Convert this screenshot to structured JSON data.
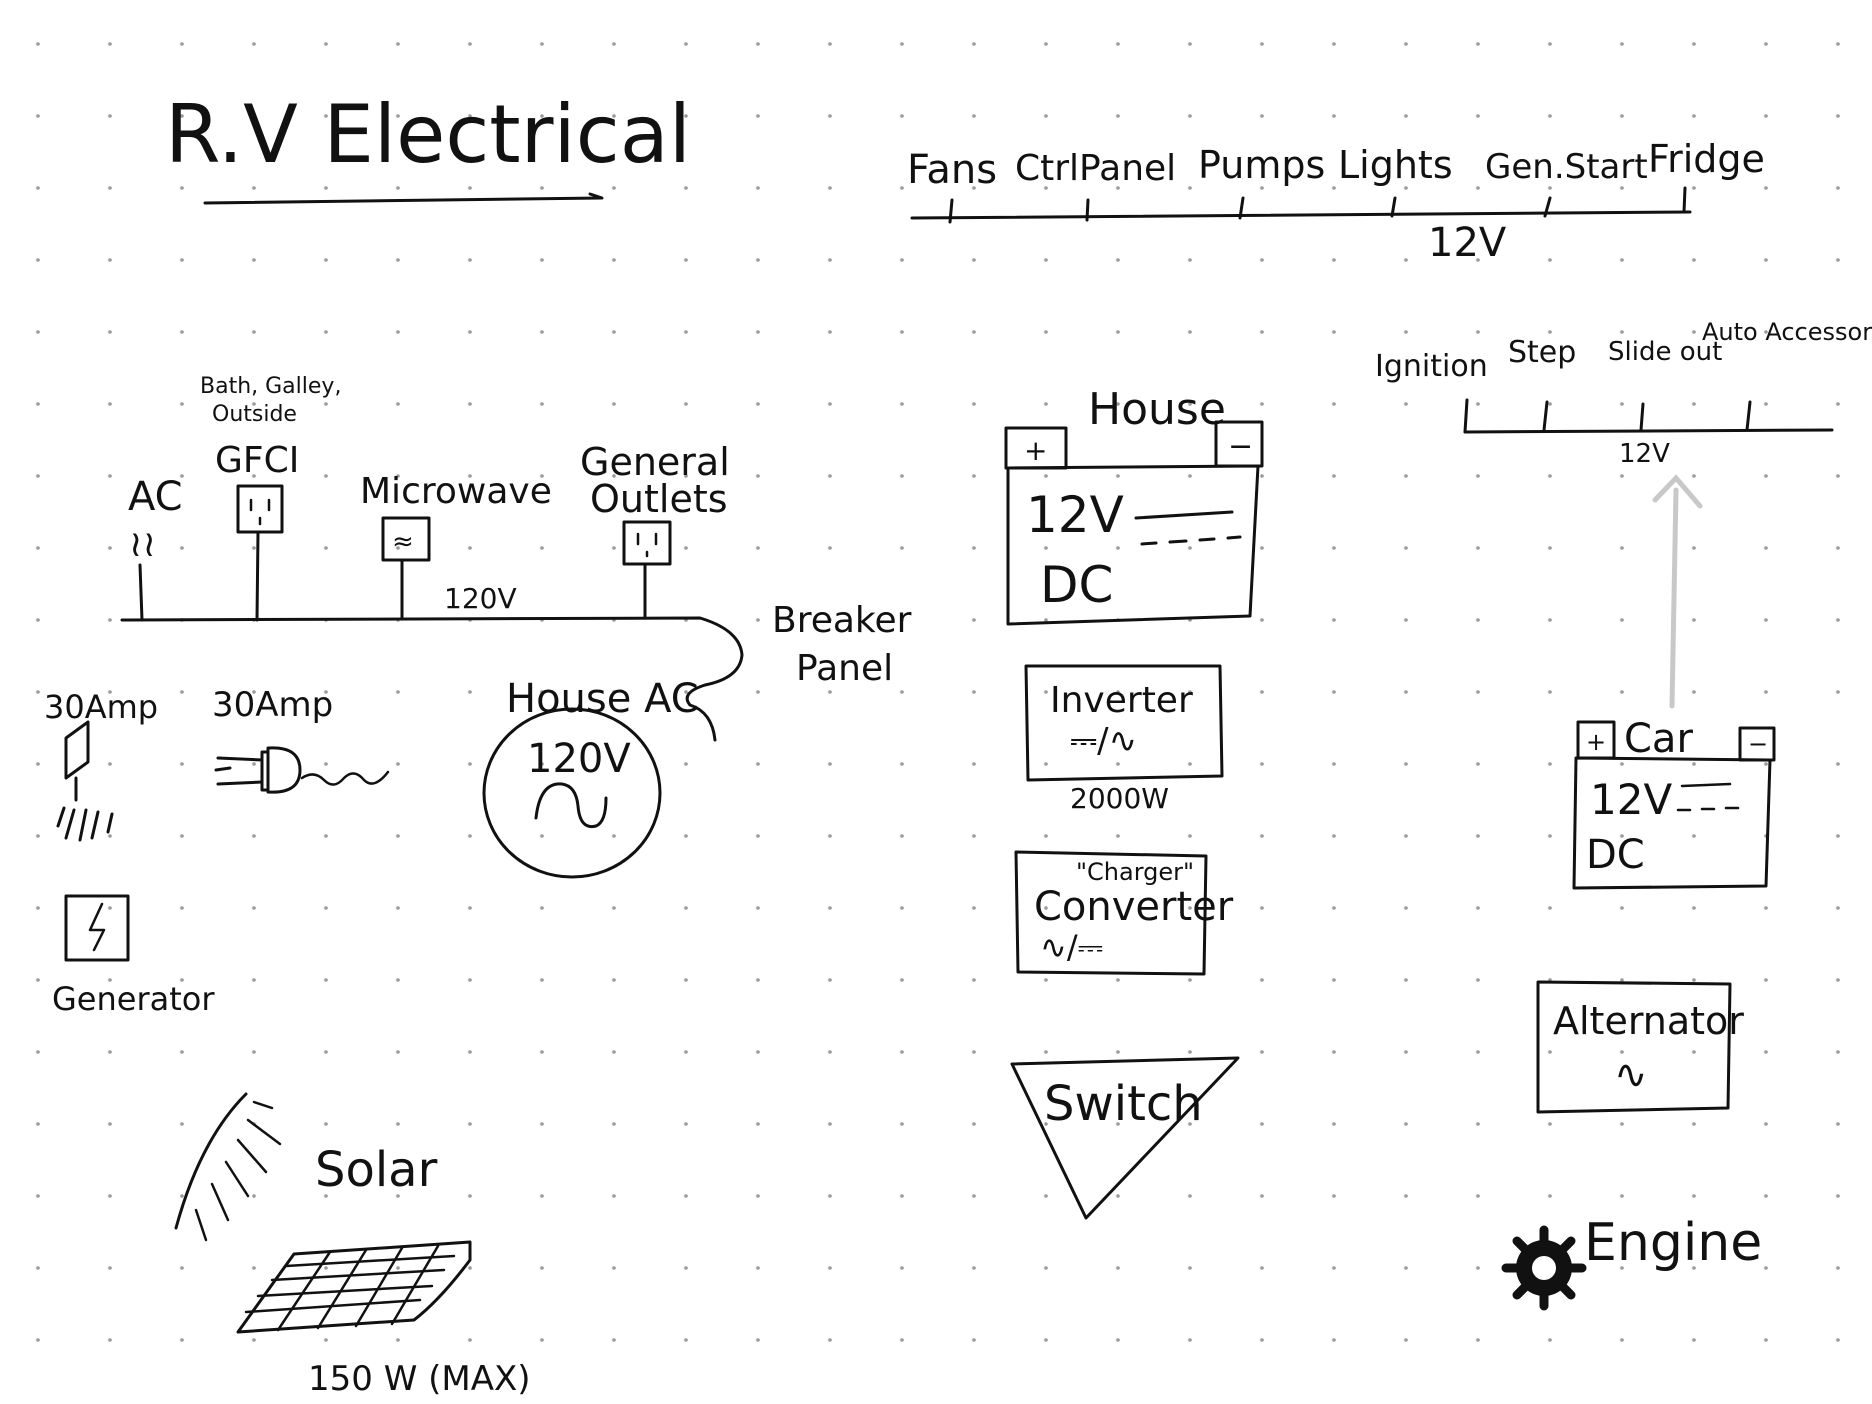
{
  "title": "R.V Electrical",
  "top_bus": {
    "labels": [
      "Fans",
      "CtrlPanel",
      "Pumps",
      "Lights",
      "Gen.Start",
      "Fridge"
    ],
    "voltage": "12V"
  },
  "car_bus": {
    "labels": [
      "Ignition",
      "Step",
      "Slide out",
      "Auto Accessory"
    ],
    "voltage": "12V"
  },
  "ac_bus": {
    "ac_label": "AC",
    "gfci_note_line1": "Bath, Galley,",
    "gfci_note_line2": "Outside",
    "gfci_label": "GFCI",
    "microwave_label": "Microwave",
    "outlets_line1": "General",
    "outlets_line2": "Outlets",
    "voltage": "120V",
    "breaker_line1": "Breaker",
    "breaker_line2": "Panel"
  },
  "sources": {
    "amp30_left": "30Amp",
    "amp30_plug": "30Amp",
    "generator": "Generator",
    "house_ac": "House AC",
    "house_ac_voltage": "120V",
    "solar": "Solar",
    "solar_rating": "150 W (MAX)"
  },
  "house_battery": {
    "title": "House",
    "plus": "+",
    "minus": "−",
    "line1": "12V",
    "line2": "DC"
  },
  "inverter": {
    "label": "Inverter",
    "symbol": "⎓/∿",
    "rating": "2000W"
  },
  "converter": {
    "note": "\"Charger\"",
    "label": "Converter",
    "symbol": "∿/⎓"
  },
  "switch": {
    "label": "Switch"
  },
  "car_battery": {
    "title": "Car",
    "plus": "+",
    "minus": "−",
    "line1": "12V",
    "line2": "DC"
  },
  "alternator": {
    "label": "Alternator",
    "symbol": "∿"
  },
  "engine": {
    "label": "Engine"
  }
}
